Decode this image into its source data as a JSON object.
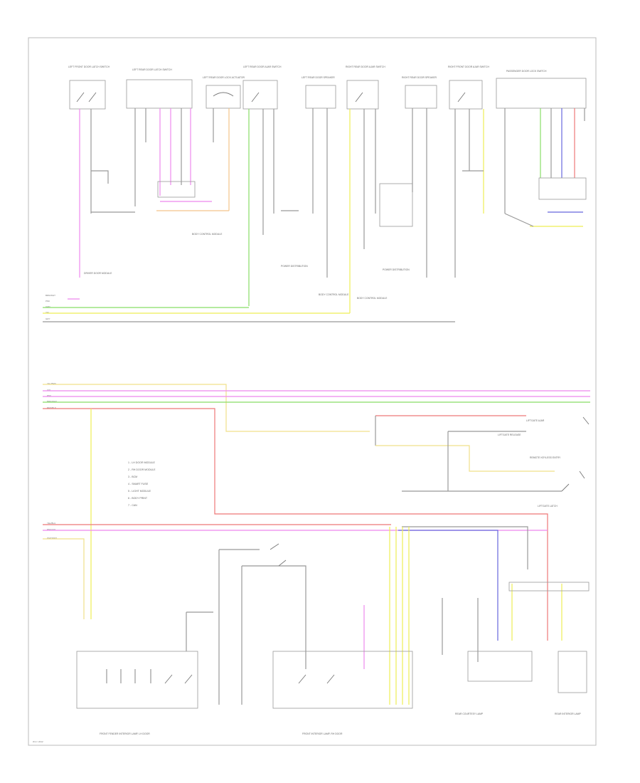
{
  "colors": {
    "pink": "#ee88ee",
    "green": "#88dd66",
    "yellow": "#eeee55",
    "light_yellow": "#f0e08a",
    "red": "#ee7777",
    "blue": "#6666dd",
    "orange": "#f4c48a",
    "gray": "#999999",
    "dark": "#555555",
    "frame": "#bbbbbb"
  },
  "diagram": {
    "top_components": [
      {
        "label": "LEFT FRONT DOOR LATCH SWITCH"
      },
      {
        "label": "LEFT REAR DOOR LATCH SWITCH"
      },
      {
        "label": "LEFT REAR DOOR LOCK ACTUATOR"
      },
      {
        "label": "LEFT REAR DOOR AJAR SWITCH"
      },
      {
        "label": "LEFT REAR DOOR SPEAKER"
      },
      {
        "label": "RIGHT REAR DOOR AJAR SWITCH"
      },
      {
        "label": "RIGHT REAR DOOR SPEAKER"
      },
      {
        "label": "RIGHT FRONT DOOR AJAR SWITCH"
      },
      {
        "label": "PASSENGER DOOR LOCK SWITCH"
      }
    ],
    "top_labels": [
      {
        "text": "DRIVER DOOR MODULE"
      },
      {
        "text": "BODY CONTROL MODULE"
      },
      {
        "text": "POWER DISTRIBUTION"
      },
      {
        "text": "BODY CONTROL MODULE"
      },
      {
        "text": "BODY CONTROL MODULE"
      },
      {
        "text": "POWER DISTRIBUTION"
      }
    ],
    "top_left_bus": [
      "BRN/WHT",
      "PNK",
      "GRN",
      "YEL",
      "GRY"
    ],
    "mid_left_bus": [
      "YEL/BRN",
      "VIO",
      "PNK",
      "BRN/WHT",
      "RED/BLK"
    ],
    "mid_right_labels": [
      "LIFTGATE AJAR",
      "LIFTGATE RELEASE",
      "REMOTE KEYLESS ENTRY",
      "LIFTGATE LATCH"
    ],
    "legend": [
      "1 - LH DOOR MODULE",
      "2 - RH DOOR MODULE",
      "3 - BCM",
      "4 - SMART FUSE",
      "5 - LIGHT MODULE",
      "6 - BODY PRINT",
      "7 - CAN"
    ],
    "lower_left_bus": [
      "YEL/BLU",
      "PNK/VIO",
      "WHT/RED"
    ],
    "bottom_labels": [
      {
        "text": "FRONT FENDER INTERIOR LAMP, LH DOOR"
      },
      {
        "text": "FRONT INTERIOR LAMP, RH DOOR"
      },
      {
        "text": "REAR COURTESY LAMP"
      },
      {
        "text": "REAR INTERIOR LAMP"
      }
    ],
    "footer_code": "W-4 / 2012"
  }
}
